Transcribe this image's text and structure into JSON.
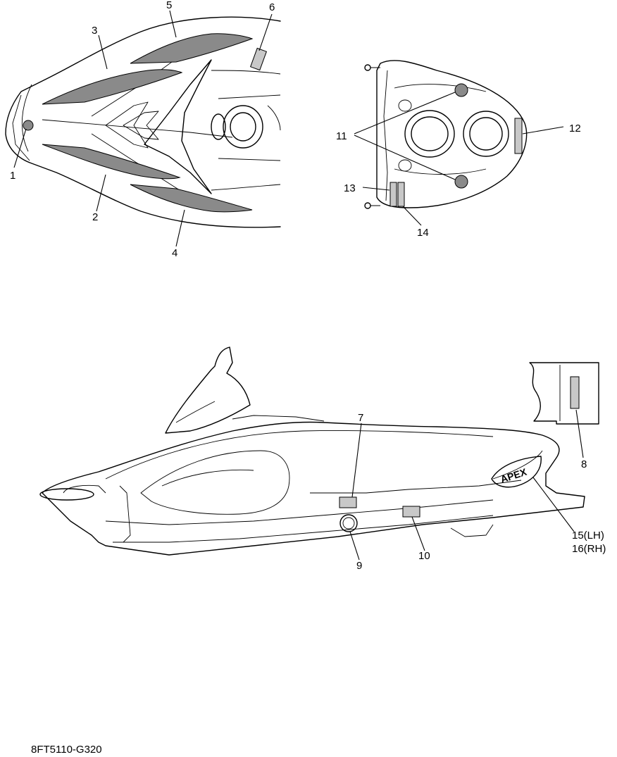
{
  "callouts": {
    "c1": "1",
    "c2": "2",
    "c3": "3",
    "c4": "4",
    "c5": "5",
    "c6": "6",
    "c7": "7",
    "c8": "8",
    "c9": "9",
    "c10": "10",
    "c11": "11",
    "c12": "12",
    "c13": "13",
    "c14": "14",
    "c15": "15(LH)",
    "c16": "16(RH)"
  },
  "logo_text": "APEX",
  "figure_code": "8FT5110-G320",
  "colors": {
    "line": "#000000",
    "decal_fill": "#8a8a8a",
    "background": "#ffffff"
  }
}
